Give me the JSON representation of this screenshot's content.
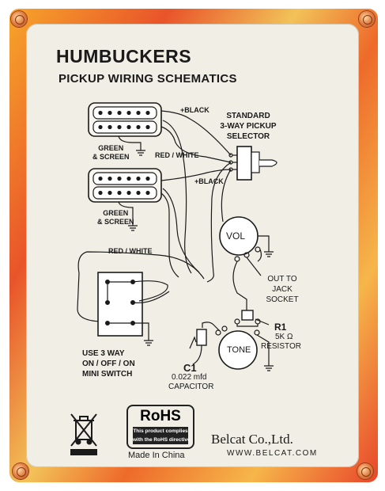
{
  "title": "HUMBUCKERS",
  "subtitle": "PICKUP WIRING SCHEMATICS",
  "labels": {
    "plus_black_top": "+BLACK",
    "green_screen_top": "GREEN\n& SCREEN",
    "red_white_top": "RED / WHITE",
    "plus_black_bottom": "+BLACK",
    "green_screen_bottom": "GREEN\n& SCREEN",
    "red_white_left": "RED / WHITE",
    "selector": "STANDARD\n3-WAY PICKUP\nSELECTOR",
    "vol": "VOL",
    "out_to_jack": "OUT TO\nJACK\nSOCKET",
    "r1": "R1",
    "r1_value": "5K Ω",
    "resistor": "RESISTOR",
    "tone": "TONE",
    "c1": "C1",
    "c1_value": "0.022 mfd",
    "capacitor": "CAPACITOR",
    "mini_switch": "USE 3 WAY\nON / OFF / ON\nMINI SWITCH"
  },
  "footer": {
    "rohs": "RoHS",
    "rohs_note": "This product complies\nwith the RoHS directive",
    "made_in": "Made In China",
    "company": "Belcat Co.,Ltd.",
    "url": "WWW.BELCAT.COM"
  },
  "icons": {
    "weee": "crossed-bin-icon",
    "ground": "ground-icon"
  },
  "colors": {
    "panel": "#f1eee5",
    "ink": "#1a1a1a",
    "plate_orange": "#ee6a2a"
  }
}
